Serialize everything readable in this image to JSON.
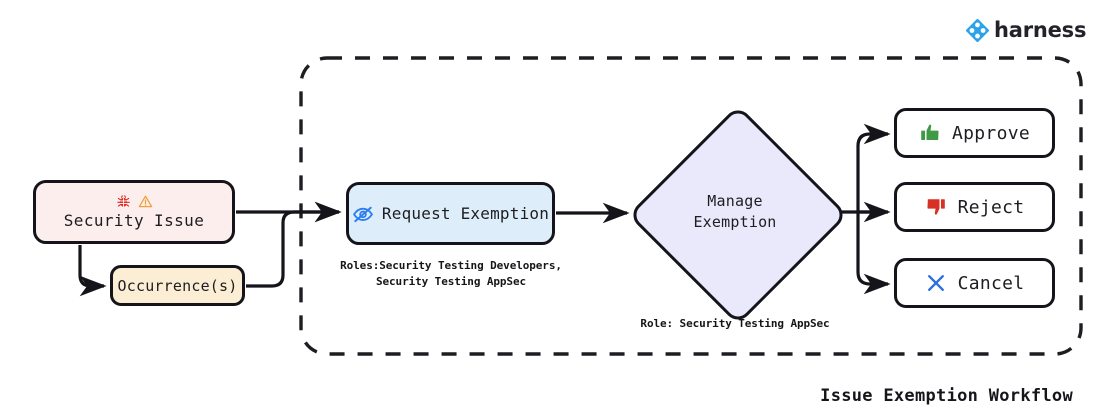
{
  "brand": {
    "name": "harness",
    "logo_icon": "harness-diamond-logo-icon",
    "logo_color": "#2aa3e8"
  },
  "caption": "Issue Exemption Workflow",
  "boundary": {
    "name": "exemption-workflow-boundary",
    "style": "dashed-rounded-rectangle",
    "color": "#1d1d22"
  },
  "nodes": {
    "security_issue": {
      "label": "Security Issue",
      "fill": "#fdeeee",
      "icons": [
        "bug-icon",
        "warning-triangle-icon"
      ],
      "icon_colors": [
        "#e02b20",
        "#f0a03a"
      ]
    },
    "occurrences": {
      "label": "Occurrence(s)",
      "fill": "#fbeed4"
    },
    "request_exemption": {
      "label": "Request Exemption",
      "fill": "#ddeefa",
      "icon": "eye-off-icon",
      "icon_color": "#2d7ff0",
      "annotation": "Roles:Security Testing Developers,\nSecurity Testing AppSec"
    },
    "manage_exemption": {
      "label_line1": "Manage",
      "label_line2": "Exemption",
      "fill": "#eae8fb",
      "shape": "diamond",
      "annotation": "Role: Security Testing AppSec"
    },
    "approve": {
      "label": "Approve",
      "fill": "#ffffff",
      "icon": "thumbs-up-icon",
      "icon_color": "#3f9a45"
    },
    "reject": {
      "label": "Reject",
      "fill": "#ffffff",
      "icon": "thumbs-down-icon",
      "icon_color": "#d93025"
    },
    "cancel": {
      "label": "Cancel",
      "fill": "#ffffff",
      "icon": "close-x-icon",
      "icon_color": "#2d6fe0"
    }
  },
  "edges": [
    {
      "from": "security-issue",
      "to": "request-exemption",
      "style": "solid-arrow"
    },
    {
      "from": "security-issue",
      "to": "occurrences",
      "style": "solid-arrow"
    },
    {
      "from": "occurrences",
      "to": "request-exemption",
      "style": "solid-arrow"
    },
    {
      "from": "request-exemption",
      "to": "manage-exemption",
      "style": "solid-arrow"
    },
    {
      "from": "manage-exemption",
      "to": "approve",
      "style": "solid-arrow"
    },
    {
      "from": "manage-exemption",
      "to": "reject",
      "style": "solid-arrow"
    },
    {
      "from": "manage-exemption",
      "to": "cancel",
      "style": "solid-arrow"
    }
  ]
}
